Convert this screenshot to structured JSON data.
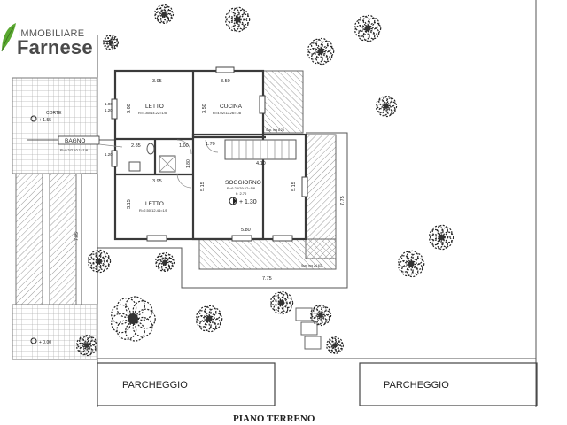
{
  "brand": {
    "word": "IMMOBILIARE",
    "name": "Farnese",
    "colors": {
      "leaf": "#5aa830",
      "text": "#4a4a4a"
    }
  },
  "plan": {
    "title": "PIANO TERRENO",
    "rooms": {
      "letto_top": {
        "name": "LETTO",
        "info": "R=4.80/14.22=1/5"
      },
      "cucina": {
        "name": "CUCINA",
        "info": "R=4.02/12.26=1/8"
      },
      "bagno": {
        "name": "BAGNO",
        "info": "R=0.3/2.10.1=1/8"
      },
      "letto_bottom": {
        "name": "LETTO",
        "info": "R=2.50/12.44=1/5"
      },
      "soggiorno": {
        "name": "SOGGIORNO",
        "info": "R=6.25/29.57=1/8",
        "height": "h: 2.70",
        "level": "+ 1.30"
      },
      "corte": {
        "name": "CORTE",
        "level": "+ 1.55"
      }
    },
    "dimensions": {
      "d_395_top": "3.95",
      "d_350": "3.50",
      "d_360": "3.60",
      "d_350_side": "3.50",
      "d_285": "2.85",
      "d_170": "1.70",
      "d_100_left": "1.00",
      "d_100_mid": "1.00",
      "d_180": "1.80",
      "d_410": "4.10",
      "d_395_bottom": "3.95",
      "d_315": "3.15",
      "d_515_a": "5.15",
      "d_515_b": "5.15",
      "d_580": "5.80",
      "d_775_bottom": "7.75",
      "d_775_right": "7.75",
      "d_785": "7.85",
      "d_120_a": "1.20",
      "d_120_b": "1.20",
      "d_sup_top": "Sup. mq 8.25",
      "d_sup_bottom": "Sup. mq 24.63",
      "ground_level": "+ 0.00"
    },
    "parking": {
      "left": "PARCHEGGIO",
      "right": "PARCHEGGIO"
    }
  }
}
